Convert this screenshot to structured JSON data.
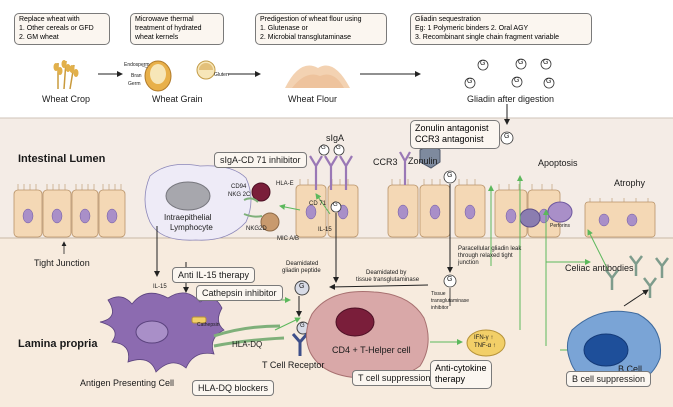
{
  "top": {
    "box_wheat": [
      "Replace wheat with",
      "1. Other cereals or GFD",
      "2. GM wheat"
    ],
    "box_microwave": [
      "Microwave thermal",
      "treatment of hydrated",
      "wheat kernels"
    ],
    "box_predigestion": [
      "Predigestion of wheat flour using",
      "1. Glutenase or",
      "2. Microbial transglutaminase"
    ],
    "box_gliadin_seq": [
      "Gliadin sequestration",
      "Eg: 1 Polymeric binders 2. Oral AGY",
      "3. Recombinant single chain fragment variable"
    ],
    "wheat_crop": "Wheat Crop",
    "wheat_grain": "Wheat Grain",
    "wheat_flour": "Wheat Flour",
    "gliadin_after": "Gliadin after digestion",
    "endosperm": "Endosperm",
    "bran": "Bran",
    "germ": "Germ",
    "gluten": "Gluten",
    "g": "G"
  },
  "lumen": {
    "title": "Intestinal Lumen",
    "tight_junction": "Tight Junction",
    "siga_cd71_inhibitor": "sIgA-CD 71 inhibitor",
    "siga": "sIgA",
    "ccr3": "CCR3",
    "zonulin": "Zonulin",
    "zonulin_box": [
      "Zonulin antagonist",
      "CCR3 antagonist"
    ],
    "apoptosis": "Apoptosis",
    "atrophy": "Atrophy",
    "iel": [
      "Intraepithelial",
      "Lymphocyte"
    ],
    "cd94": "CD94",
    "nkg2c": "NKG 2C",
    "hla_e": "HLA-E",
    "nkg2d": "NKG2D",
    "mic": "MIC A/B",
    "cd71": "CD 71",
    "il15": "IL-15",
    "perforins": "Perforins"
  },
  "lamina": {
    "title": "Lamina propria",
    "anti_il15": "Anti IL-15 therapy",
    "il15": "IL-15",
    "cathepsin_inhibitor": "Cathepsin inhibitor",
    "cathepsin": "Cathepsin",
    "deamidated_peptide": [
      "Deamidated",
      "gliadin peptide"
    ],
    "deamidated_ttg": [
      "Deamidated by",
      "tissue transglutaminase"
    ],
    "ttg_inhibitor": [
      "Tissue",
      "transglutaminase",
      "inhibitor"
    ],
    "paracellular": [
      "Paracellular gliadin leak",
      "through relaxed tight",
      "junction"
    ],
    "celiac_antibodies": "Celiac antibodies",
    "hla_dq": "HLA-DQ",
    "cd4": "CD4 + T-Helper cell",
    "apc": "Antigen Presenting Cell",
    "tcr": "T Cell Receptor",
    "hla_dq_blockers": "HLA-DQ blockers",
    "t_suppression": "T cell suppression",
    "anti_cytokine": [
      "Anti-cytokine",
      "therapy"
    ],
    "ifn": "IFN-γ ↑",
    "tnf": "TNF-α ↑",
    "b_cell": "B Cell",
    "b_suppression": "B cell suppression"
  },
  "colors": {
    "lumen_bg": "#f4ece6",
    "lamina_bg": "#f7ebde",
    "villus": "#f4d8b5",
    "nucleus": "#a98fc8",
    "arrow_green": "#5cb85c",
    "apc": "#8c6bb0",
    "tcell": "#d9a8a8",
    "bcell": "#4c86c6",
    "antibody": "#7e9c8c",
    "cytokine": "#f2cf68"
  }
}
